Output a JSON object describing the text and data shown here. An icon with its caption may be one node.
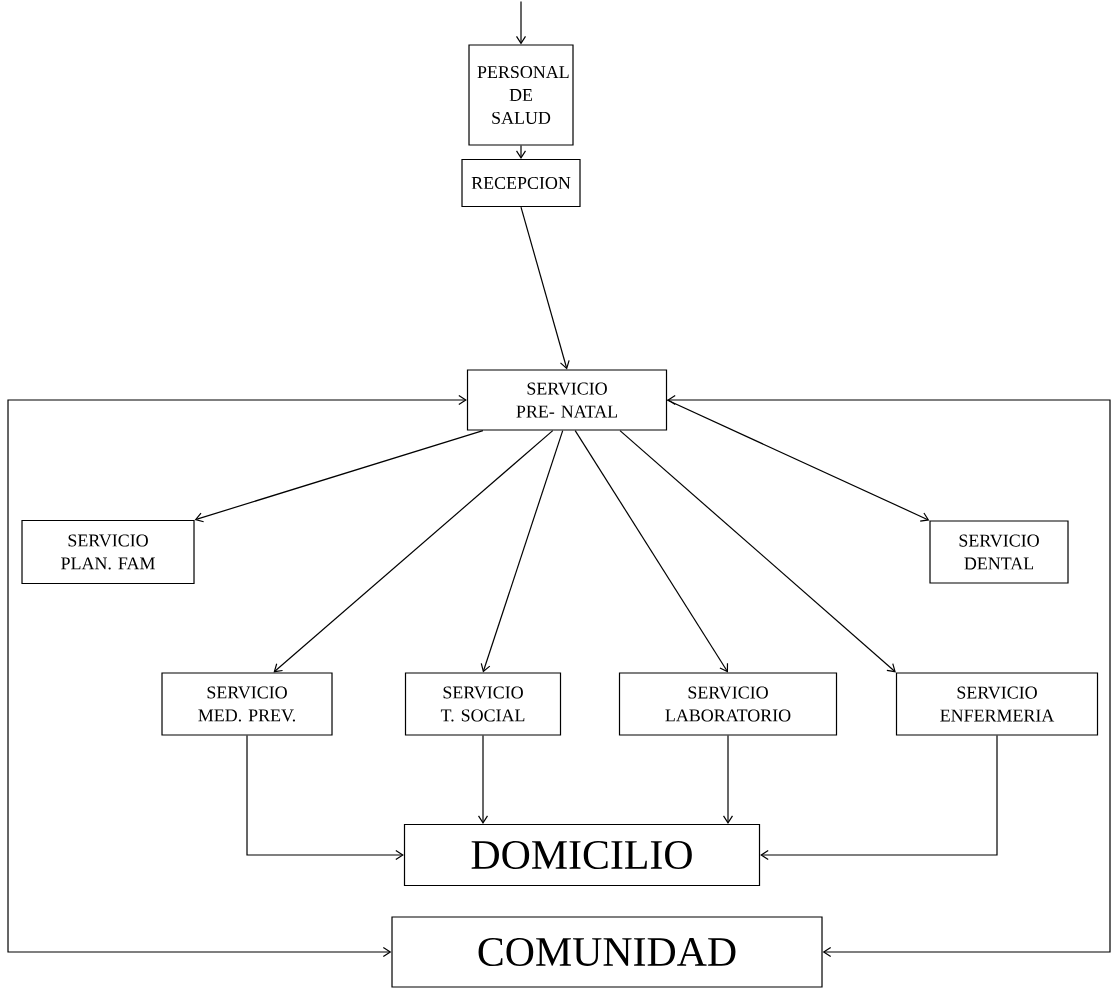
{
  "diagram": {
    "nodes": [
      {
        "text": [
          "PERSONAL DE SALUD"
        ]
      },
      {
        "text": [
          "RECEPCION"
        ]
      },
      {
        "text": [
          "SERVICIO PRE- NATAL"
        ]
      },
      {
        "text": [
          "SERVICIO PLAN. FAM"
        ]
      },
      {
        "text": [
          "SERVICIO DENTAL"
        ]
      },
      {
        "text": [
          "SERVICIO MED. PREV."
        ]
      },
      {
        "text": [
          "SERVICIO T. SOCIAL"
        ]
      },
      {
        "text": [
          "SERVICIO LABORATORIO"
        ]
      },
      {
        "text": [
          "SERVICIO ENFERMERIA"
        ]
      },
      {
        "text": [
          "DOMICILIO"
        ]
      },
      {
        "text": [
          "COMUNIDAD"
        ]
      }
    ],
    "edges": [
      {
        "from": null,
        "to": 0,
        "arrow": "to"
      },
      {
        "from": 0,
        "to": 1,
        "arrow": "to"
      },
      {
        "from": 1,
        "to": 2,
        "arrow": "to"
      },
      {
        "from": 2,
        "to": 3,
        "arrow": "to"
      },
      {
        "from": 2,
        "to": 5,
        "arrow": "to"
      },
      {
        "from": 2,
        "to": 6,
        "arrow": "to"
      },
      {
        "from": 2,
        "to": 7,
        "arrow": "to"
      },
      {
        "from": 2,
        "to": 8,
        "arrow": "to"
      },
      {
        "from": 2,
        "to": 4,
        "arrow": "to"
      },
      {
        "from": 5,
        "to": 9,
        "arrow": "to"
      },
      {
        "from": 6,
        "to": 9,
        "arrow": "to"
      },
      {
        "from": 7,
        "to": 9,
        "arrow": "to"
      },
      {
        "from": 8,
        "to": 9,
        "arrow": "to"
      },
      {
        "from": 2,
        "to": 10,
        "arrow": "both"
      },
      {
        "from": 2,
        "to": 10,
        "arrow": "both"
      }
    ]
  }
}
